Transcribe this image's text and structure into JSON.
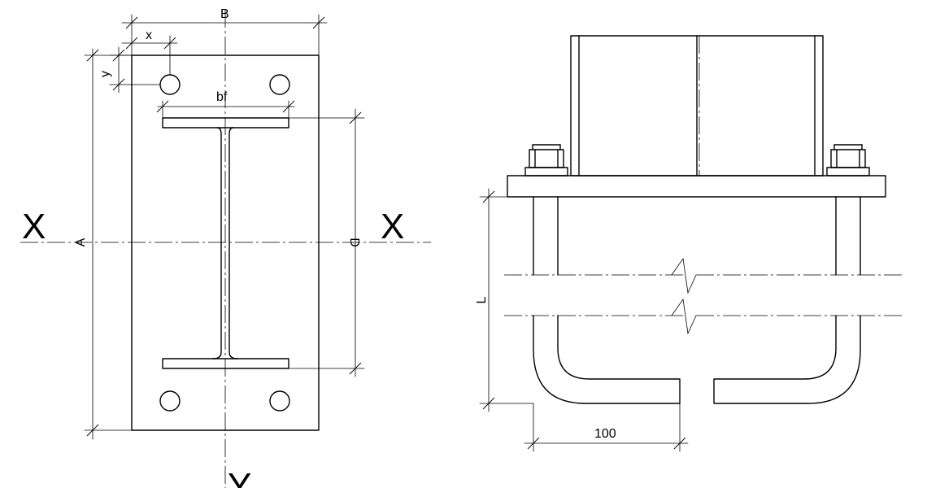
{
  "labels": {
    "B": "B",
    "x": "x",
    "y": "y",
    "bf": "bf",
    "A": "A",
    "D": "D",
    "L": "L",
    "bend_length": "100",
    "x_axis_left": "X",
    "x_axis_right": "X",
    "y_axis": "Y"
  }
}
